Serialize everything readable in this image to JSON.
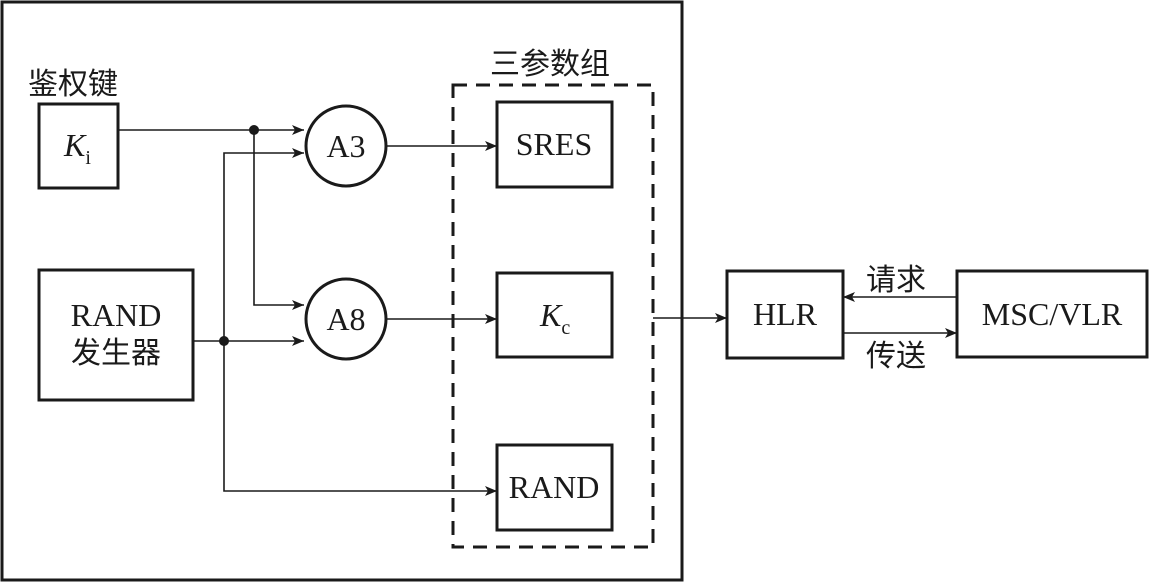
{
  "labels": {
    "auth_key_title": "鉴权键",
    "triplet_title": "三参数组",
    "ki_main": "K",
    "ki_sub": "i",
    "rand_gen_line1": "RAND",
    "rand_gen_line2": "发生器",
    "a3": "A3",
    "a8": "A8",
    "sres": "SRES",
    "kc_main": "K",
    "kc_sub": "c",
    "rand": "RAND",
    "hlr": "HLR",
    "msc_vlr": "MSC/VLR",
    "request": "请求",
    "transfer": "传送"
  }
}
